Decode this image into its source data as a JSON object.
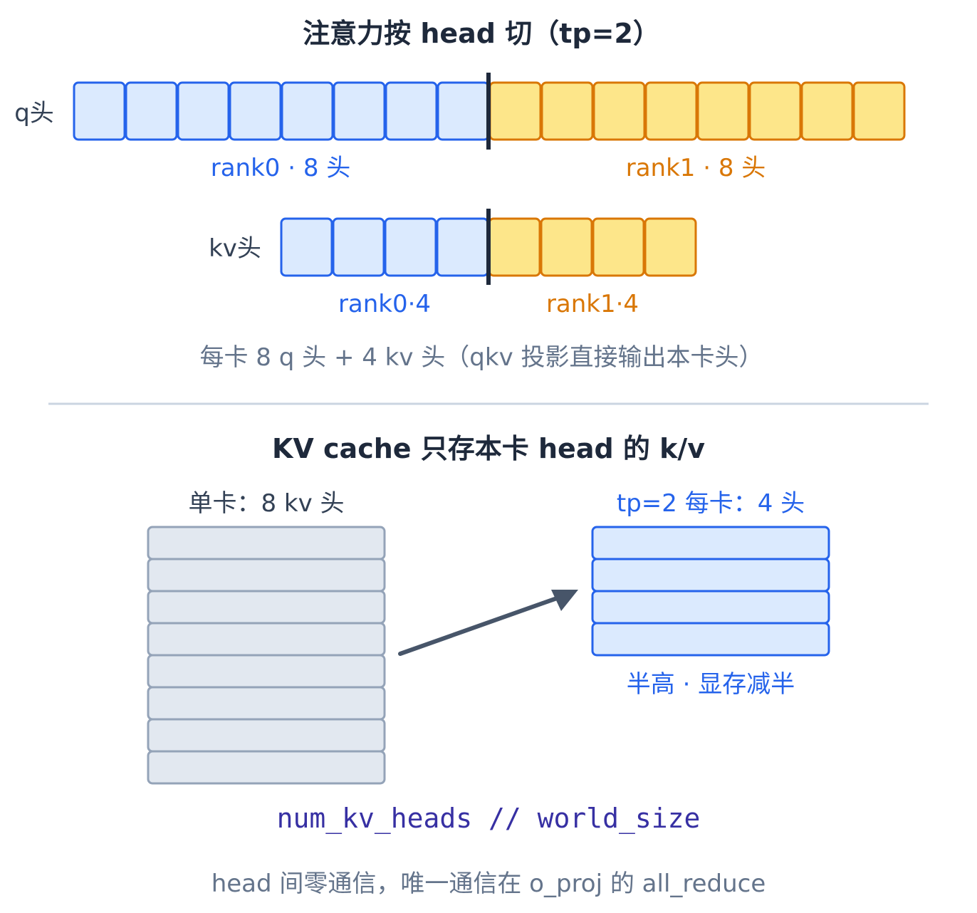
{
  "top": {
    "title": "注意力按 head 切（tp=2）",
    "q_label": "q头",
    "kv_label": "kv头",
    "q_rank0": "rank0 · 8 头",
    "q_rank1": "rank1 · 8 头",
    "kv_rank0": "rank0·4",
    "kv_rank1": "rank1·4",
    "note": "每卡 8 q 头 + 4 kv 头（qkv 投影直接输出本卡头）",
    "q_heads_per_rank": 8,
    "kv_heads_per_rank": 4
  },
  "bottom": {
    "title": "KV cache 只存本卡 head 的 k/v",
    "single_label": "单卡：8 kv 头",
    "tp_label": "tp=2 每卡：4 头",
    "tp_caption": "半高 · 显存减半",
    "formula": "num_kv_heads // world_size",
    "footer": "head 间零通信，唯一通信在 o_proj 的 all_reduce",
    "single_heads": 8,
    "tp_heads": 4
  },
  "colors": {
    "blue_fill": "#dbeafe",
    "blue_stroke": "#2563eb",
    "orange_fill": "#fde68a",
    "orange_stroke": "#d97706",
    "gray_fill": "#e2e8f0",
    "gray_stroke": "#94a3b8",
    "divider": "#cbd5e1",
    "arrow": "#475569"
  }
}
